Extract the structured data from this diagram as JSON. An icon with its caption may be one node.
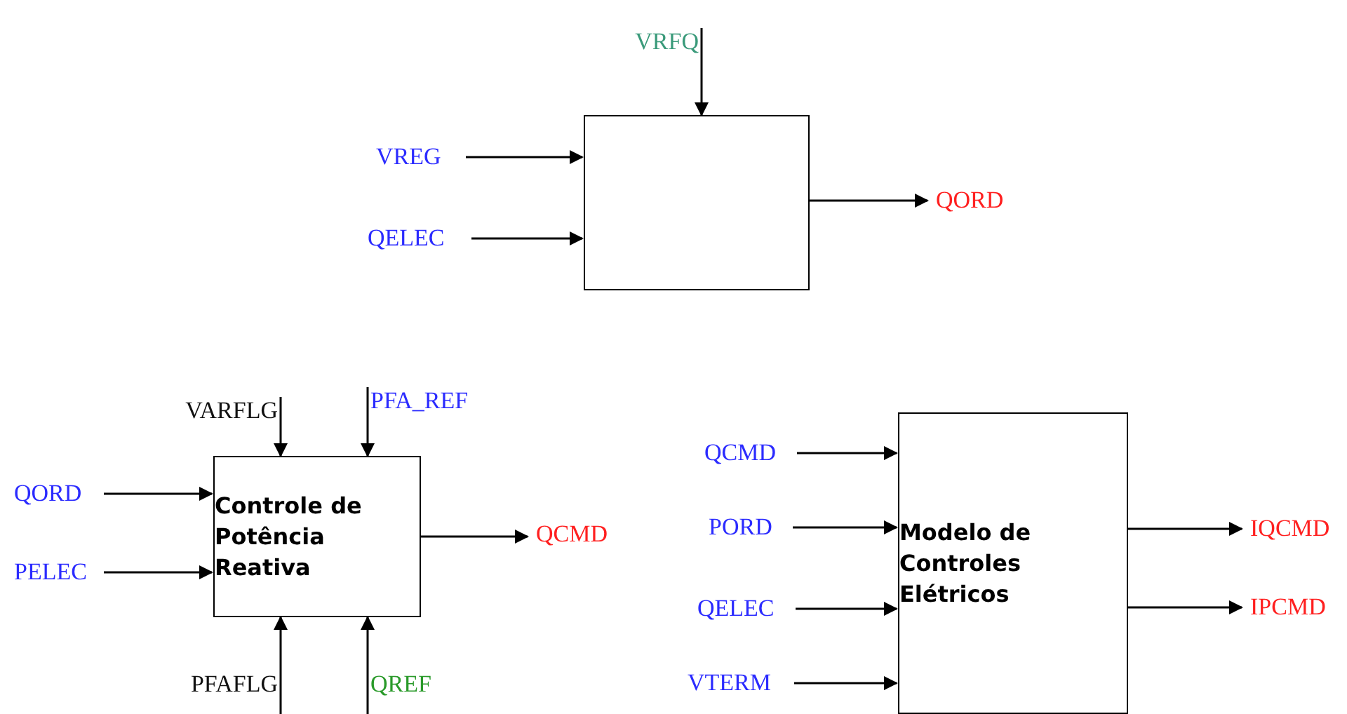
{
  "diagram": {
    "nodes": [
      {
        "text": [
          "VRFQ"
        ]
      },
      {
        "text": [
          "VREG"
        ]
      },
      {
        "text": [
          "QELEC"
        ]
      },
      {
        "text": [],
        "shape": "box"
      },
      {
        "text": [
          "QORD"
        ]
      },
      {
        "text": [
          "VARFLG"
        ]
      },
      {
        "text": [
          "PFA_REF"
        ]
      },
      {
        "text": [
          "QORD"
        ]
      },
      {
        "text": [
          "PELEC"
        ]
      },
      {
        "text": [
          "Controle de Potência Reativa"
        ]
      },
      {
        "text": [
          "QCMD"
        ]
      },
      {
        "text": [
          "PFAFLG"
        ]
      },
      {
        "text": [
          "QREF"
        ]
      },
      {
        "text": [
          "QCMD"
        ]
      },
      {
        "text": [
          "PORD"
        ]
      },
      {
        "text": [
          "QELEC"
        ]
      },
      {
        "text": [
          "VTERM"
        ]
      },
      {
        "text": [
          "Modelo de Controles Elétricos"
        ]
      },
      {
        "text": [
          "IQCMD"
        ]
      },
      {
        "text": [
          "IPCMD"
        ]
      }
    ],
    "edges": [
      {
        "from": 0,
        "to": 3,
        "arrow": "to"
      },
      {
        "from": 1,
        "to": 3,
        "arrow": "to"
      },
      {
        "from": 2,
        "to": 3,
        "arrow": "to"
      },
      {
        "from": 3,
        "to": 4,
        "arrow": "to"
      },
      {
        "from": 5,
        "to": 9,
        "arrow": "to"
      },
      {
        "from": 6,
        "to": 9,
        "arrow": "to"
      },
      {
        "from": 7,
        "to": 9,
        "arrow": "to"
      },
      {
        "from": 8,
        "to": 9,
        "arrow": "to"
      },
      {
        "from": 9,
        "to": 10,
        "arrow": "to"
      },
      {
        "from": 11,
        "to": 9,
        "arrow": "to"
      },
      {
        "from": 12,
        "to": 9,
        "arrow": "to"
      },
      {
        "from": 13,
        "to": 17,
        "arrow": "to"
      },
      {
        "from": 14,
        "to": 17,
        "arrow": "to"
      },
      {
        "from": 15,
        "to": 17,
        "arrow": "to"
      },
      {
        "from": 16,
        "to": 17,
        "arrow": "to"
      },
      {
        "from": 17,
        "to": 18,
        "arrow": "to"
      },
      {
        "from": 17,
        "to": 19,
        "arrow": "to"
      }
    ]
  }
}
